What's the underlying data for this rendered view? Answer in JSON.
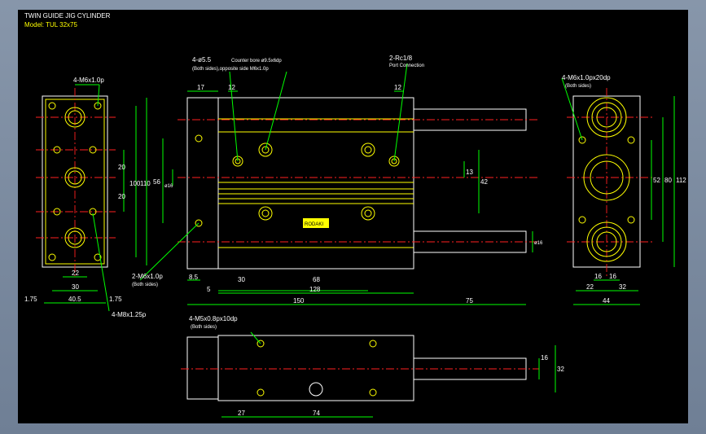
{
  "title_block": {
    "line1": "TWIN GUIDE JIG CYLINDER",
    "line2": "Model: TUL 32x75"
  },
  "labels": {
    "fv_holes": "4-M6x1.0p",
    "fv_side_m8": "4-M8x1.25p",
    "fv_dims": [
      "22",
      "30",
      "40.5",
      "1.75",
      "1.75",
      "20",
      "20",
      "100",
      "110"
    ],
    "counterbore": "4-ø5.5",
    "counterbore_detail": "Counter bore ø9.5x6dp",
    "counterbore_note": "(Both sides),opposite side M6x1.0p",
    "port": "2-Rc1/8",
    "port_note": "Port Connection",
    "m6_side": "2-M6x1.0p",
    "both_sides": "(Both sides)",
    "sv_dims_top": [
      "17",
      "12",
      "12"
    ],
    "sv_dims_bottom": [
      "8.5",
      "5",
      "30",
      "68",
      "128",
      "150",
      "75"
    ],
    "sv_dims_vert": [
      "56",
      "ø16",
      "13",
      "42",
      "ø16"
    ],
    "rv_holes": "4-M6x1.0px20dp",
    "rv_dims": [
      "16",
      "16",
      "22",
      "32",
      "44",
      "52",
      "80",
      "112"
    ],
    "bv_holes": "4-M5x0.8px10dp",
    "bv_dims": [
      "27",
      "74",
      "16",
      "32"
    ],
    "nameplate": "RODAKI"
  },
  "colors": {
    "background": "#000000",
    "outline": "#ffffff",
    "hidden": "#ffff00",
    "dimension": "#00ff00",
    "centerline": "#ff2020"
  }
}
